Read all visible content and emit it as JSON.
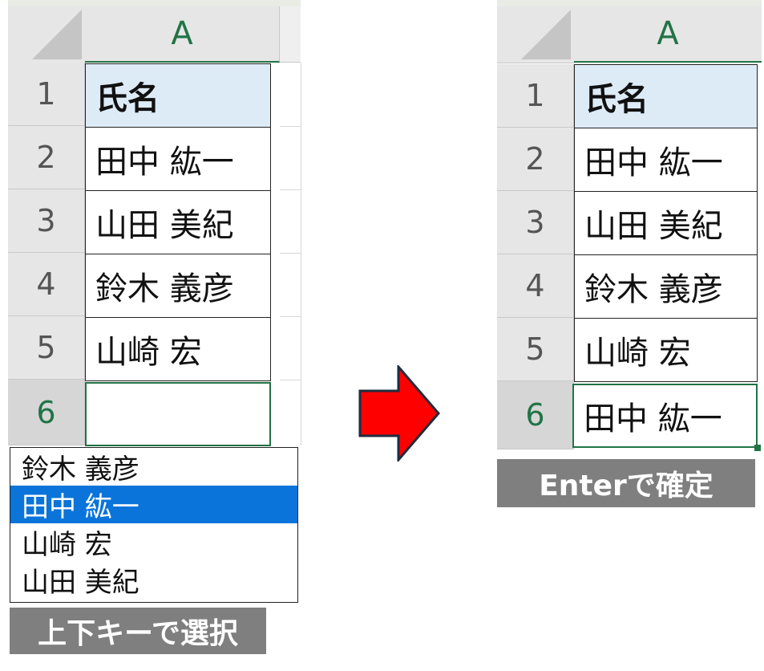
{
  "sheets": {
    "column_label": "A",
    "row_labels": [
      "1",
      "2",
      "3",
      "4",
      "5",
      "6"
    ],
    "left": {
      "cells": [
        "氏名",
        "田中 紘一",
        "山田 美紀",
        "鈴木 義彦",
        "山崎 宏",
        ""
      ]
    },
    "right": {
      "cells": [
        "氏名",
        "田中 紘一",
        "山田 美紀",
        "鈴木 義彦",
        "山崎 宏",
        "田中 紘一"
      ]
    }
  },
  "dropdown": {
    "items": [
      "鈴木 義彦",
      "田中 紘一",
      "山崎 宏",
      "山田 美紀"
    ],
    "selected_index": 1
  },
  "captions": {
    "left": "上下キーで選択",
    "right": "Enterで確定"
  },
  "colors": {
    "header_fill": "#ddebf7",
    "excel_green": "#217346",
    "selection_blue": "#0a74da",
    "caption_gray": "#7f7f7f",
    "arrow_red": "#ff0000"
  },
  "icons": {
    "arrow": "right-arrow-icon"
  }
}
